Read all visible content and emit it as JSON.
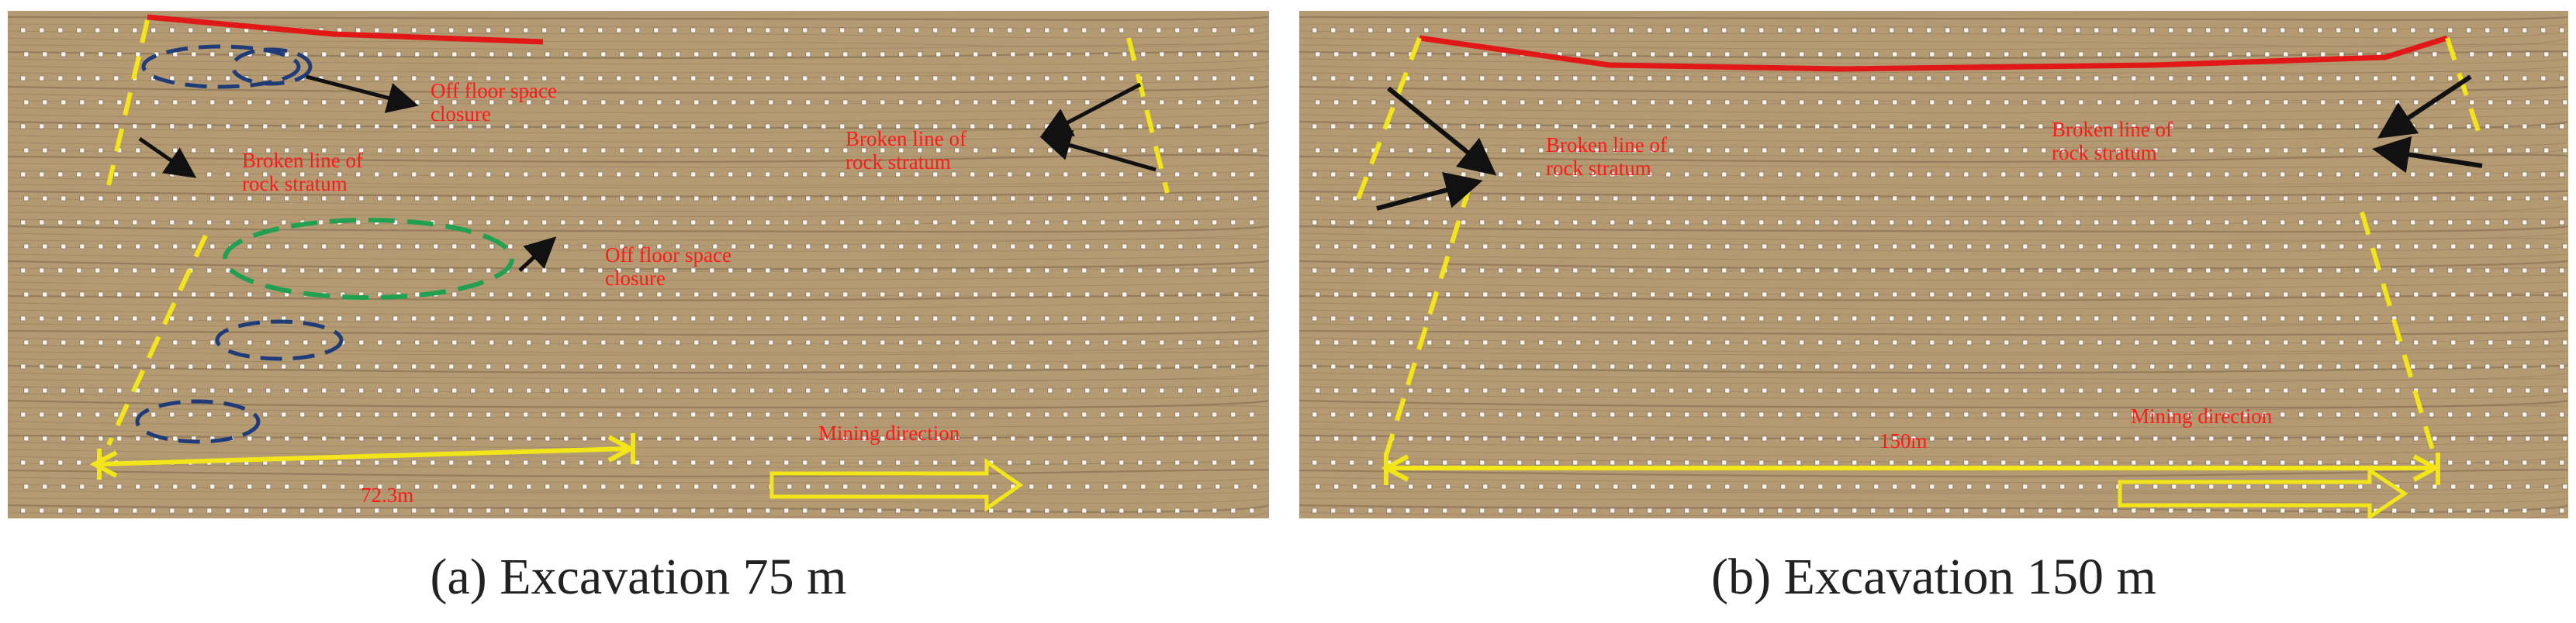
{
  "colors": {
    "rock": "#b49a73",
    "layer_line": "#8a7455",
    "marker": "#f4f4f0",
    "top_boundary": "#e01818",
    "broken_line": "#f2e51a",
    "annotation_text": "#ff1a1a",
    "arrow": "#111111",
    "blue_ellipse": "#1f3c78",
    "green_ellipse": "#22a052",
    "dimension": "#f2e51a"
  },
  "panel_a": {
    "caption": "(a) Excavation 75 m",
    "labels": {
      "off_floor_1": "Off floor space\nclosure",
      "broken_line_left": "Broken line of\nrock stratum",
      "off_floor_2": "Off floor space\nclosure",
      "broken_line_right": "Broken line of\nrock stratum",
      "mining_direction": "Mining direction",
      "dimension": "72.3m"
    }
  },
  "panel_b": {
    "caption": "(b) Excavation 150 m",
    "labels": {
      "broken_line_left": "Broken line of\nrock stratum",
      "broken_line_right": "Broken line of\nrock stratum",
      "mining_direction": "Mining direction",
      "dimension": "150m"
    }
  }
}
